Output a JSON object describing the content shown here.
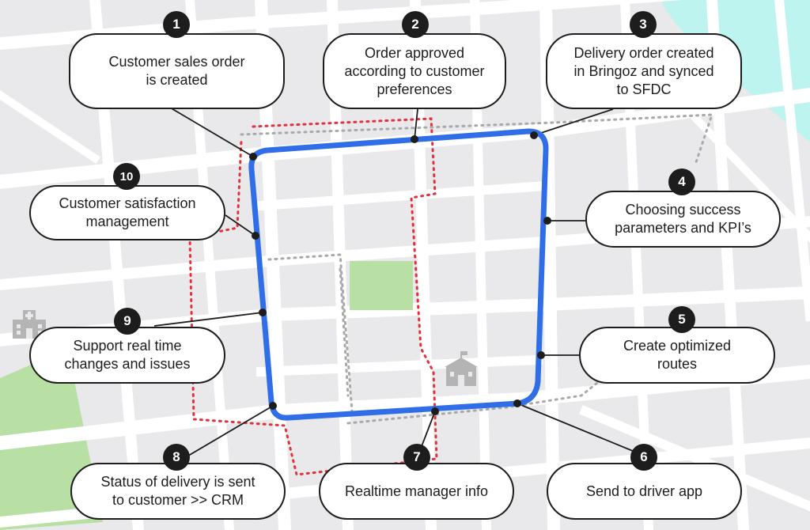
{
  "steps": [
    {
      "num": "1",
      "lines": [
        "Customer sales order",
        "is created"
      ]
    },
    {
      "num": "2",
      "lines": [
        "Order approved",
        "according to customer",
        "preferences"
      ]
    },
    {
      "num": "3",
      "lines": [
        "Delivery order created",
        "in Bringoz and synced",
        "to SFDC"
      ]
    },
    {
      "num": "4",
      "lines": [
        "Choosing success",
        "parameters and KPI’s"
      ]
    },
    {
      "num": "5",
      "lines": [
        "Create optimized",
        "routes"
      ]
    },
    {
      "num": "6",
      "lines": [
        "Send to driver app"
      ]
    },
    {
      "num": "7",
      "lines": [
        "Realtime manager info"
      ]
    },
    {
      "num": "8",
      "lines": [
        "Status of delivery is sent",
        "to customer >> CRM"
      ]
    },
    {
      "num": "9",
      "lines": [
        "Support real time",
        "changes and issues"
      ]
    },
    {
      "num": "10",
      "lines": [
        "Customer satisfaction",
        "management"
      ]
    }
  ],
  "colors": {
    "route": "#2f6ee6",
    "bubble_border": "#1d1d1d",
    "badge": "#1d1d1d",
    "map_block": "#e9e8ea",
    "map_street": "#ffffff",
    "park": "#b8dfa4",
    "water": "#bdf4ef",
    "dotted_red": "#e0323c",
    "dotted_gray": "#a9a9a9",
    "building_icon": "#b4b4b4"
  },
  "icons": [
    "hospital-icon",
    "school-icon"
  ]
}
